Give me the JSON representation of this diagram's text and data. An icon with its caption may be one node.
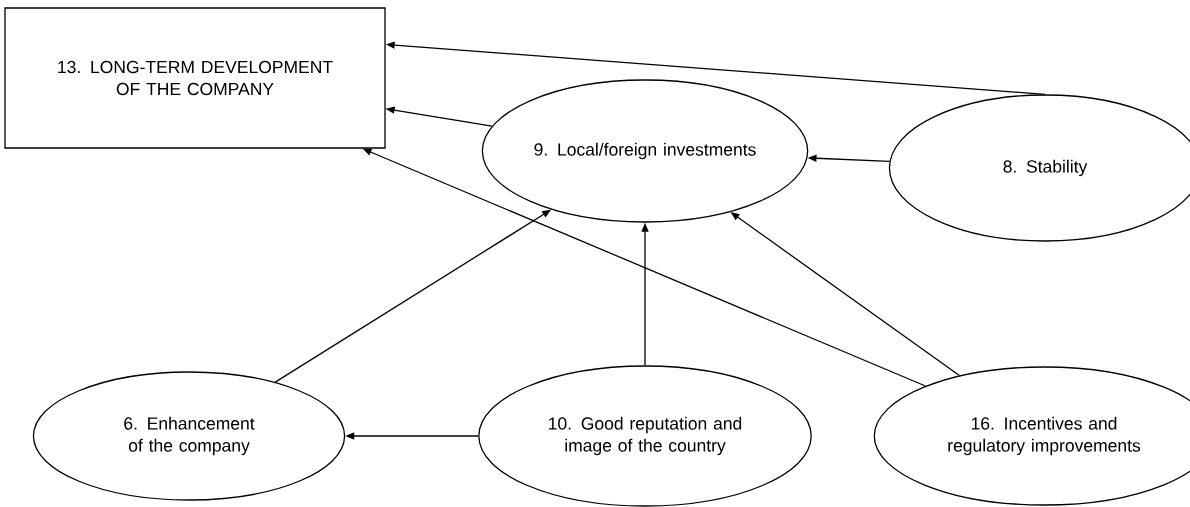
{
  "diagram": {
    "nodes": [
      {
        "text": [
          "13. LONG-TERM DEVELOPMENT OF THE COMPANY"
        ]
      },
      {
        "text": [
          "9. Local/foreign investments"
        ]
      },
      {
        "text": [
          "8. Stability"
        ]
      },
      {
        "text": [
          "6. Enhancement of the company"
        ]
      },
      {
        "text": [
          "10. Good reputation and image of the country"
        ]
      },
      {
        "text": [
          "16. Incentives and regulatory improvements"
        ]
      }
    ],
    "edges": [
      {
        "from": 2,
        "to": 0,
        "arrow": "to"
      },
      {
        "from": 1,
        "to": 0,
        "arrow": "to"
      },
      {
        "from": 2,
        "to": 1,
        "arrow": "to"
      },
      {
        "from": 5,
        "to": 0,
        "arrow": "to"
      },
      {
        "from": 5,
        "to": 1,
        "arrow": "to"
      },
      {
        "from": 3,
        "to": 1,
        "arrow": "to"
      },
      {
        "from": 4,
        "to": 1,
        "arrow": "to"
      },
      {
        "from": 4,
        "to": 3,
        "arrow": "to"
      }
    ]
  }
}
